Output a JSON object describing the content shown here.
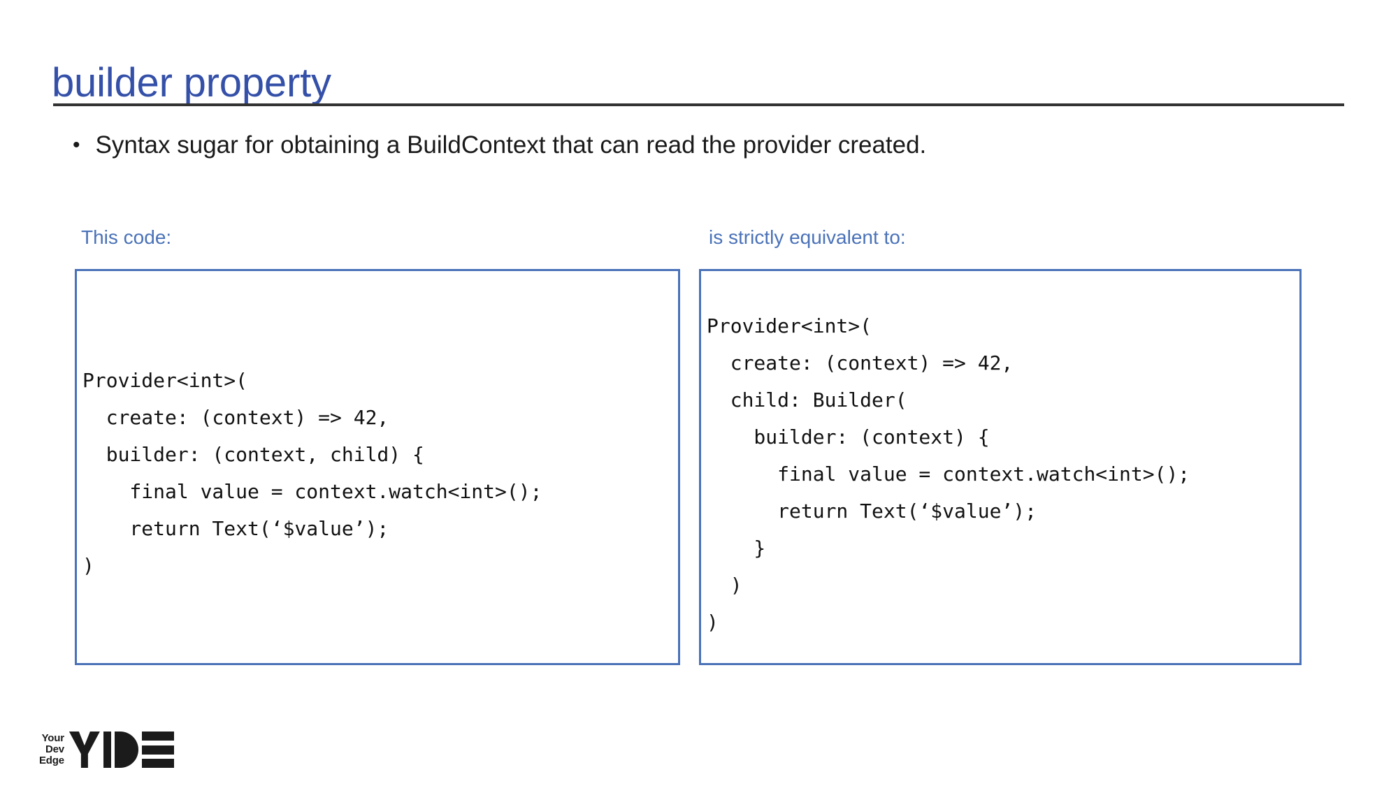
{
  "slide": {
    "title": "builder property",
    "bullet_marker": "•",
    "bullet": "Syntax sugar for obtaining a BuildContext that can read the provider created.",
    "colors": {
      "title_blue": "#3450a8",
      "accent_blue": "#4a72b8",
      "rule_gray": "#333333",
      "code_black": "#111111"
    }
  },
  "columns": {
    "left": {
      "label": "This code:",
      "code": "Provider<int>(\n  create: (context) => 42,\n  builder: (context, child) {\n    final value = context.watch<int>();\n    return Text(‘$value’);\n)"
    },
    "right": {
      "label": "is strictly equivalent to:",
      "code": "Provider<int>(\n  create: (context) => 42,\n  child: Builder(\n    builder: (context) {\n      final value = context.watch<int>();\n      return Text(‘$value’);\n    }\n  )\n)"
    }
  },
  "logo": {
    "word_line_1": "Your",
    "word_line_2": "Dev",
    "word_line_3": "Edge",
    "mark_letters": "YIDE"
  }
}
